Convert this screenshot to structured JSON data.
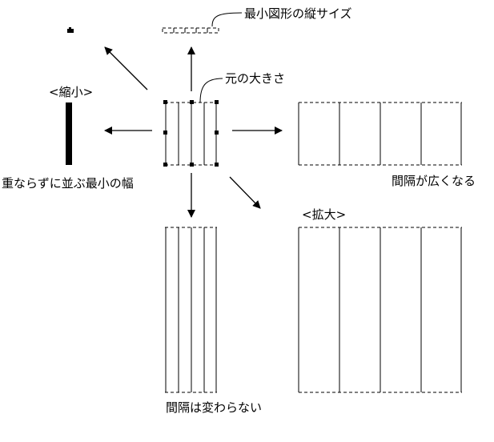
{
  "labels": {
    "min_height": "最小図形の縦サイズ",
    "original_size": "元の大きさ",
    "shrink": "<縮小>",
    "min_width": "重ならずに並ぶ最小の幅",
    "spacing_wider": "間隔が広くなる",
    "enlarge": "<拡大>",
    "spacing_unchanged": "間隔は変わらない"
  }
}
